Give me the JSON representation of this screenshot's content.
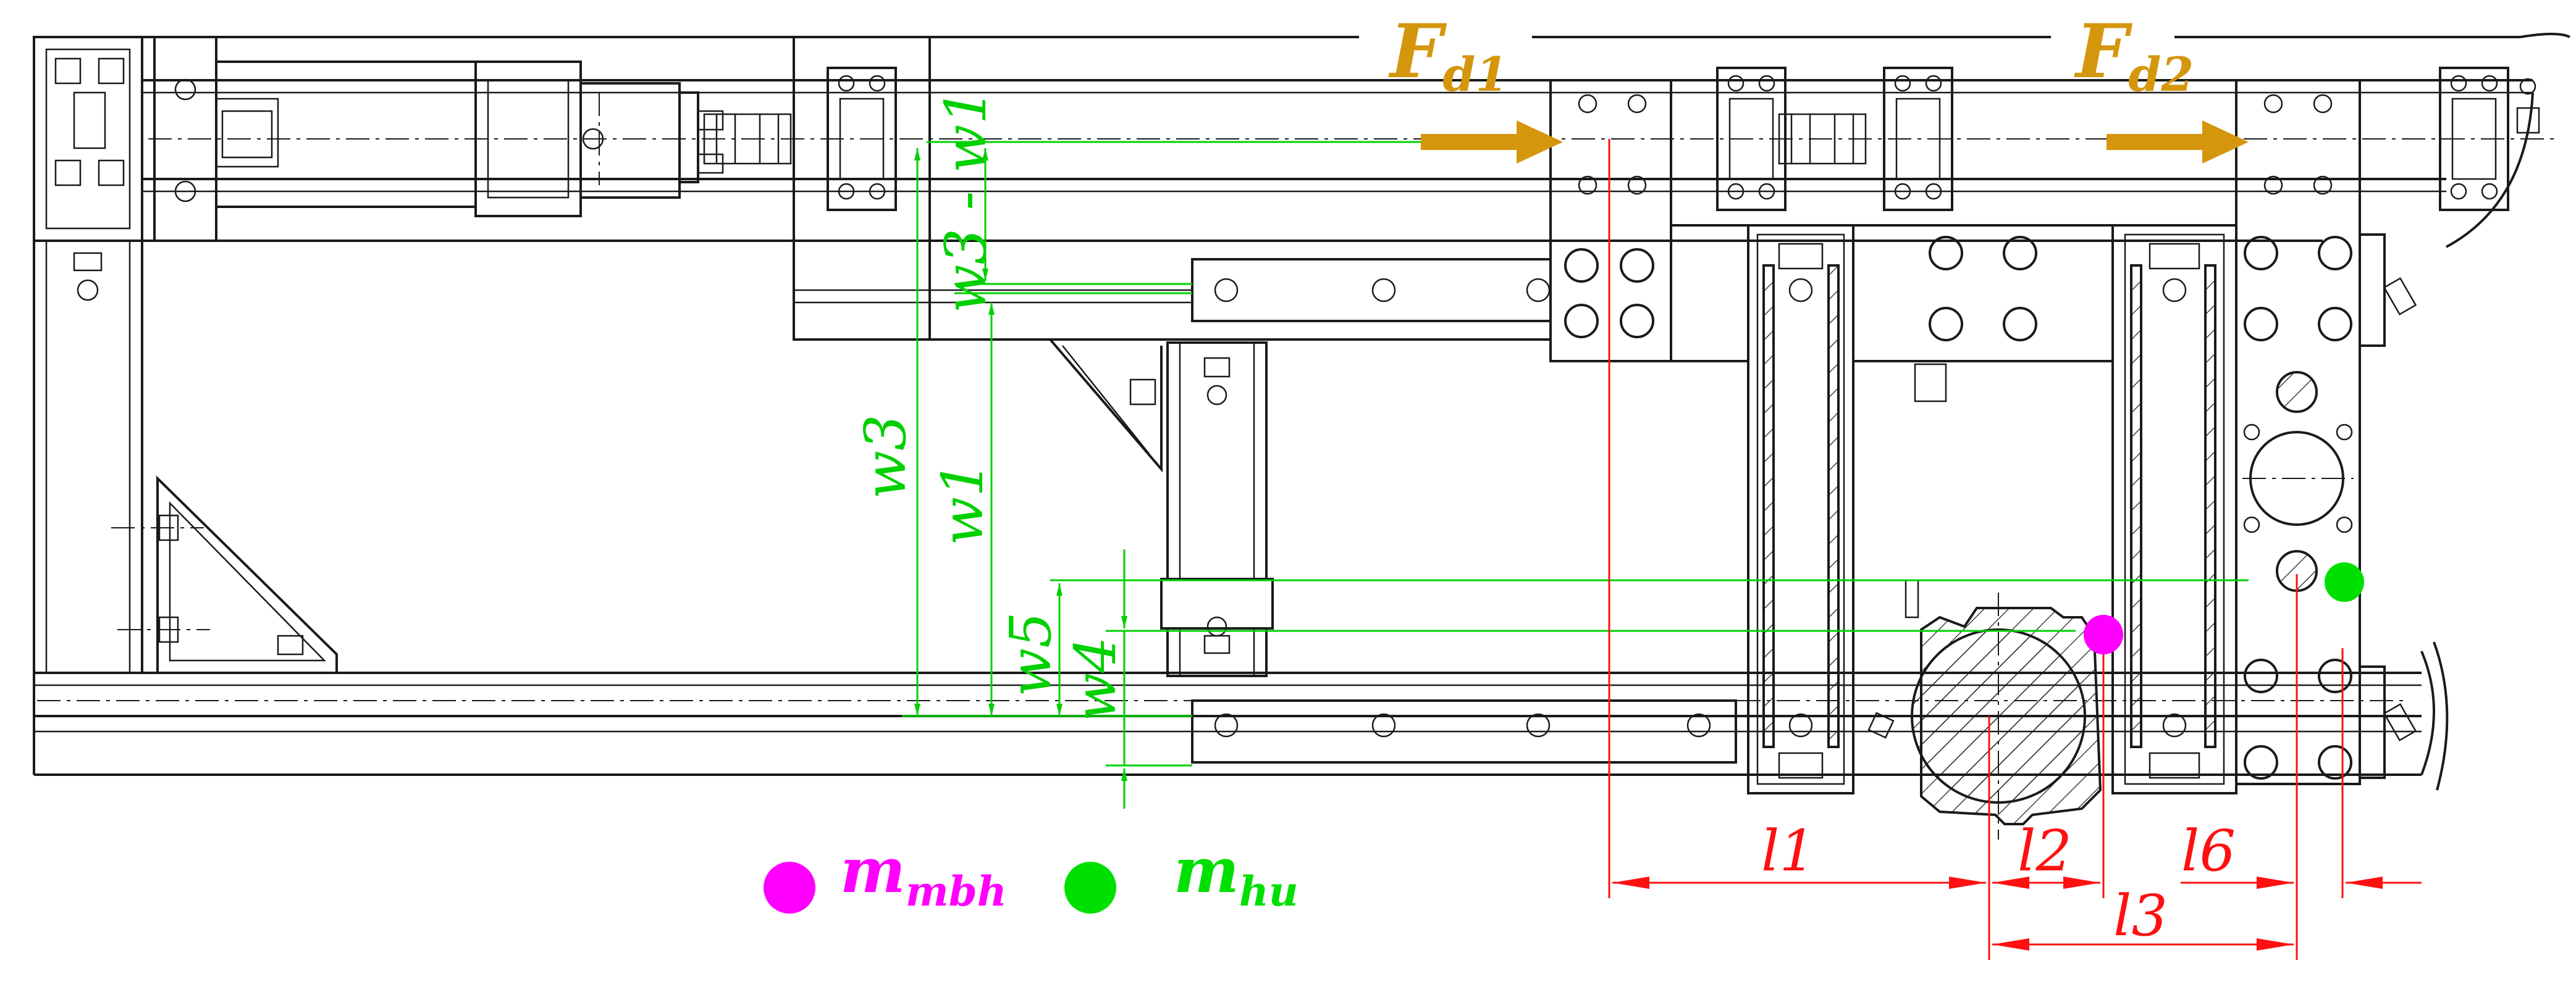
{
  "forces": [
    {
      "id": "fd1",
      "main": "F",
      "sub": "d1"
    },
    {
      "id": "fd2",
      "main": "F",
      "sub": "d2"
    }
  ],
  "vertical_dimensions": [
    "w3 - w1",
    "w3",
    "w1",
    "w5",
    "w4"
  ],
  "horizontal_dimensions": [
    "l1",
    "l2",
    "l6",
    "l3"
  ],
  "legend": [
    {
      "id": "mbh",
      "main": "m",
      "sub": "mbh",
      "color": "#ff00ff"
    },
    {
      "id": "hu",
      "main": "m",
      "sub": "hu",
      "color": "#00e000"
    }
  ],
  "colors": {
    "force": "#d4960c",
    "dimension_green": "#00d000",
    "dimension_red": "#ff1010",
    "line": "#1a1a1a"
  }
}
